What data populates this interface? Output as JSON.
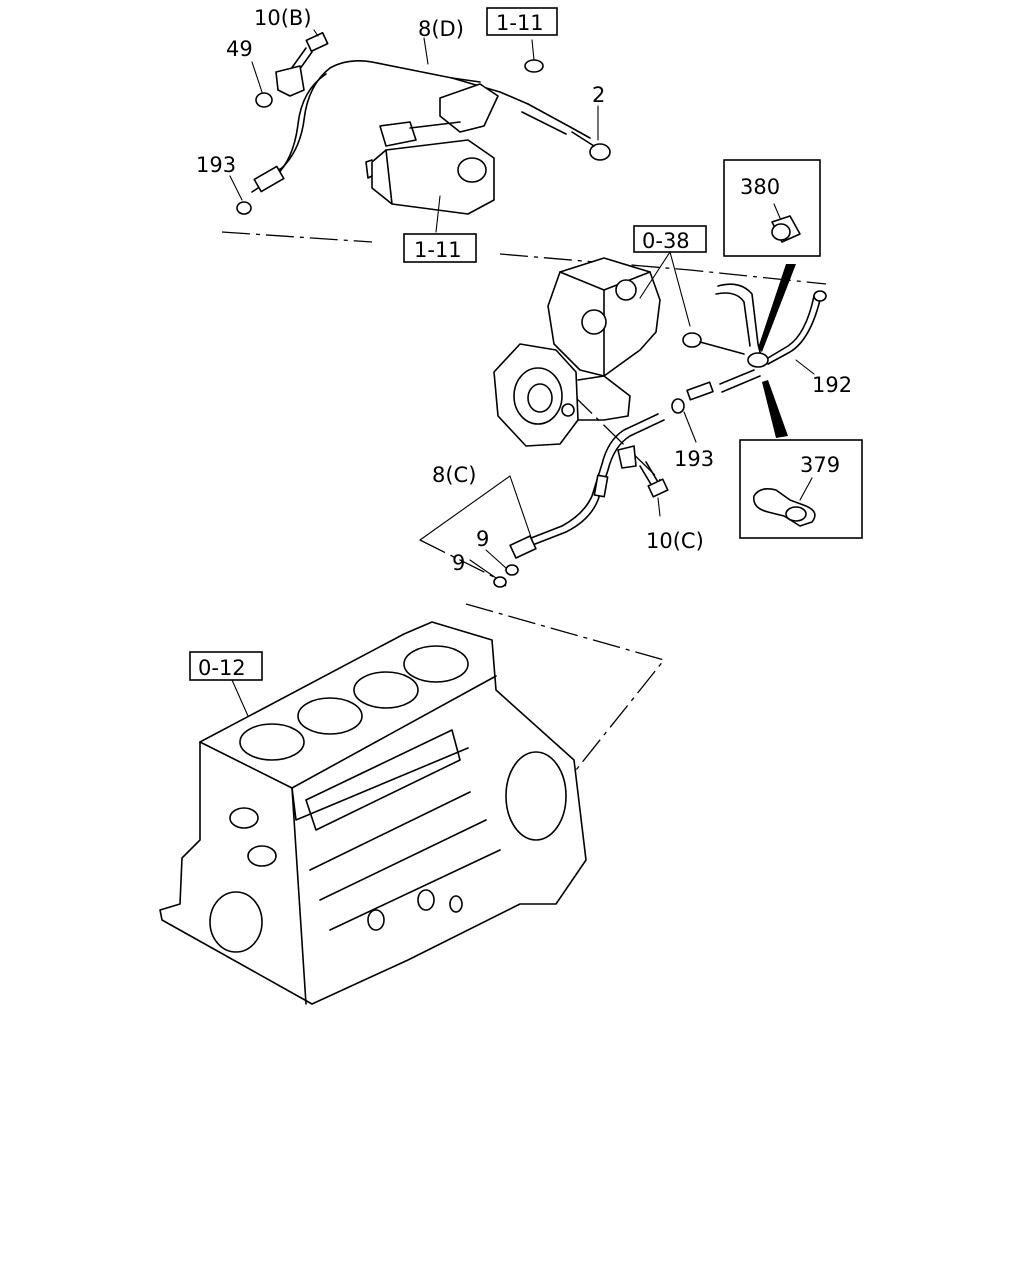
{
  "callouts": {
    "c10b": "10(B)",
    "c49": "49",
    "c8d": "8(D)",
    "c2": "2",
    "c193a": "193",
    "c380": "380",
    "c192": "192",
    "c193b": "193",
    "c379": "379",
    "c8c": "8(C)",
    "c9a": "9",
    "c9b": "9",
    "c10c": "10(C)"
  },
  "references": {
    "ref_1_11_top": "1-11",
    "ref_1_11_mid": "1-11",
    "ref_0_38": "0-38",
    "ref_0_12": "0-12"
  }
}
